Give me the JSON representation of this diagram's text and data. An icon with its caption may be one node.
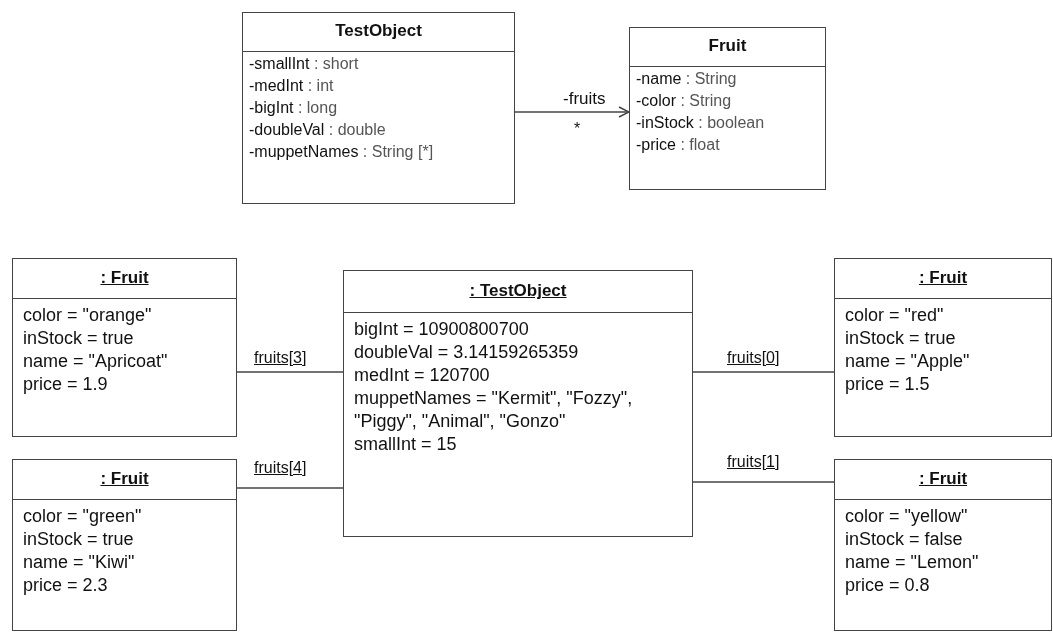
{
  "diagram": {
    "nodes": [
      {
        "text": [
          "TestObject",
          "-smallInt : short",
          "-medInt : int",
          "-bigInt : long",
          "-doubleVal : double",
          "-muppetNames : String [*]"
        ]
      },
      {
        "text": [
          "Fruit",
          "-name : String",
          "-color : String",
          "-inStock : boolean",
          "-price : float"
        ]
      },
      {
        "text": [
          ": Fruit",
          "color = \"orange\"",
          "inStock = true",
          "name = \"Apricoat\"",
          "price = 1.9"
        ]
      },
      {
        "text": [
          ": TestObject",
          "bigInt = 10900800700",
          "doubleVal = 3.14159265359",
          "medInt = 120700",
          "muppetNames = \"Kermit\", \"Fozzy\", \"Piggy\", \"Animal\", \"Gonzo\"",
          "smallInt = 15"
        ]
      },
      {
        "text": [
          ": Fruit",
          "color = \"red\"",
          "inStock = true",
          "name = \"Apple\"",
          "price = 1.5"
        ]
      },
      {
        "text": [
          ": Fruit",
          "color = \"green\"",
          "inStock = true",
          "name = \"Kiwi\"",
          "price = 2.3"
        ]
      },
      {
        "text": [
          ": Fruit",
          "color = \"yellow\"",
          "inStock = false",
          "name = \"Lemon\"",
          "price = 0.8"
        ]
      }
    ],
    "edges": [
      {
        "from": 0,
        "to": 1,
        "arrow": "to",
        "label": "-fruits"
      },
      {
        "from": 3,
        "to": 4,
        "arrow": "none",
        "label": "fruits[0]"
      },
      {
        "from": 3,
        "to": 6,
        "arrow": "none",
        "label": "fruits[1]"
      },
      {
        "from": 3,
        "to": 2,
        "arrow": "none",
        "label": "fruits[3]"
      },
      {
        "from": 3,
        "to": 5,
        "arrow": "none",
        "label": "fruits[4]"
      }
    ],
    "labels": [
      "*"
    ]
  }
}
